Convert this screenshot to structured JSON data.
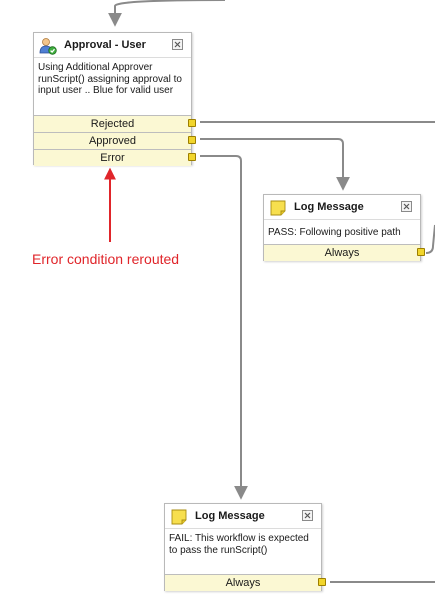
{
  "colors": {
    "wire": "#8a8a8a",
    "port_fill": "#f1d52c",
    "transition_bg": "#fbf8d3",
    "annotation": "#e0252a"
  },
  "approval_activity": {
    "title": "Approval - User",
    "icon": "user-approval-icon",
    "description": "Using Additional Approver runScript() assigning approval to input user .. Blue for valid user",
    "transitions": [
      {
        "label": "Rejected"
      },
      {
        "label": "Approved"
      },
      {
        "label": "Error"
      }
    ]
  },
  "log_pass_activity": {
    "title": "Log Message",
    "icon": "log-message-icon",
    "description": "PASS: Following positive path",
    "transitions": [
      {
        "label": "Always"
      }
    ]
  },
  "log_fail_activity": {
    "title": "Log Message",
    "icon": "log-message-icon",
    "description": "FAIL: This workflow is expected to pass the runScript()",
    "transitions": [
      {
        "label": "Always"
      }
    ]
  },
  "annotation": {
    "text": "Error condition rerouted"
  }
}
